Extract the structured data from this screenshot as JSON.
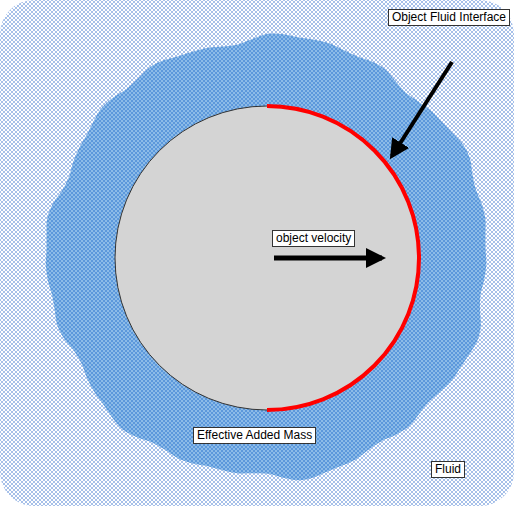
{
  "diagram": {
    "nodes": [
      {
        "text": [
          "Fluid"
        ]
      },
      {
        "text": [
          "Effective Added Mass"
        ],
        "in": 0
      },
      {
        "text": [
          "object velocity"
        ],
        "in": 1
      }
    ],
    "labels": [
      "Object Fluid Interface"
    ]
  }
}
